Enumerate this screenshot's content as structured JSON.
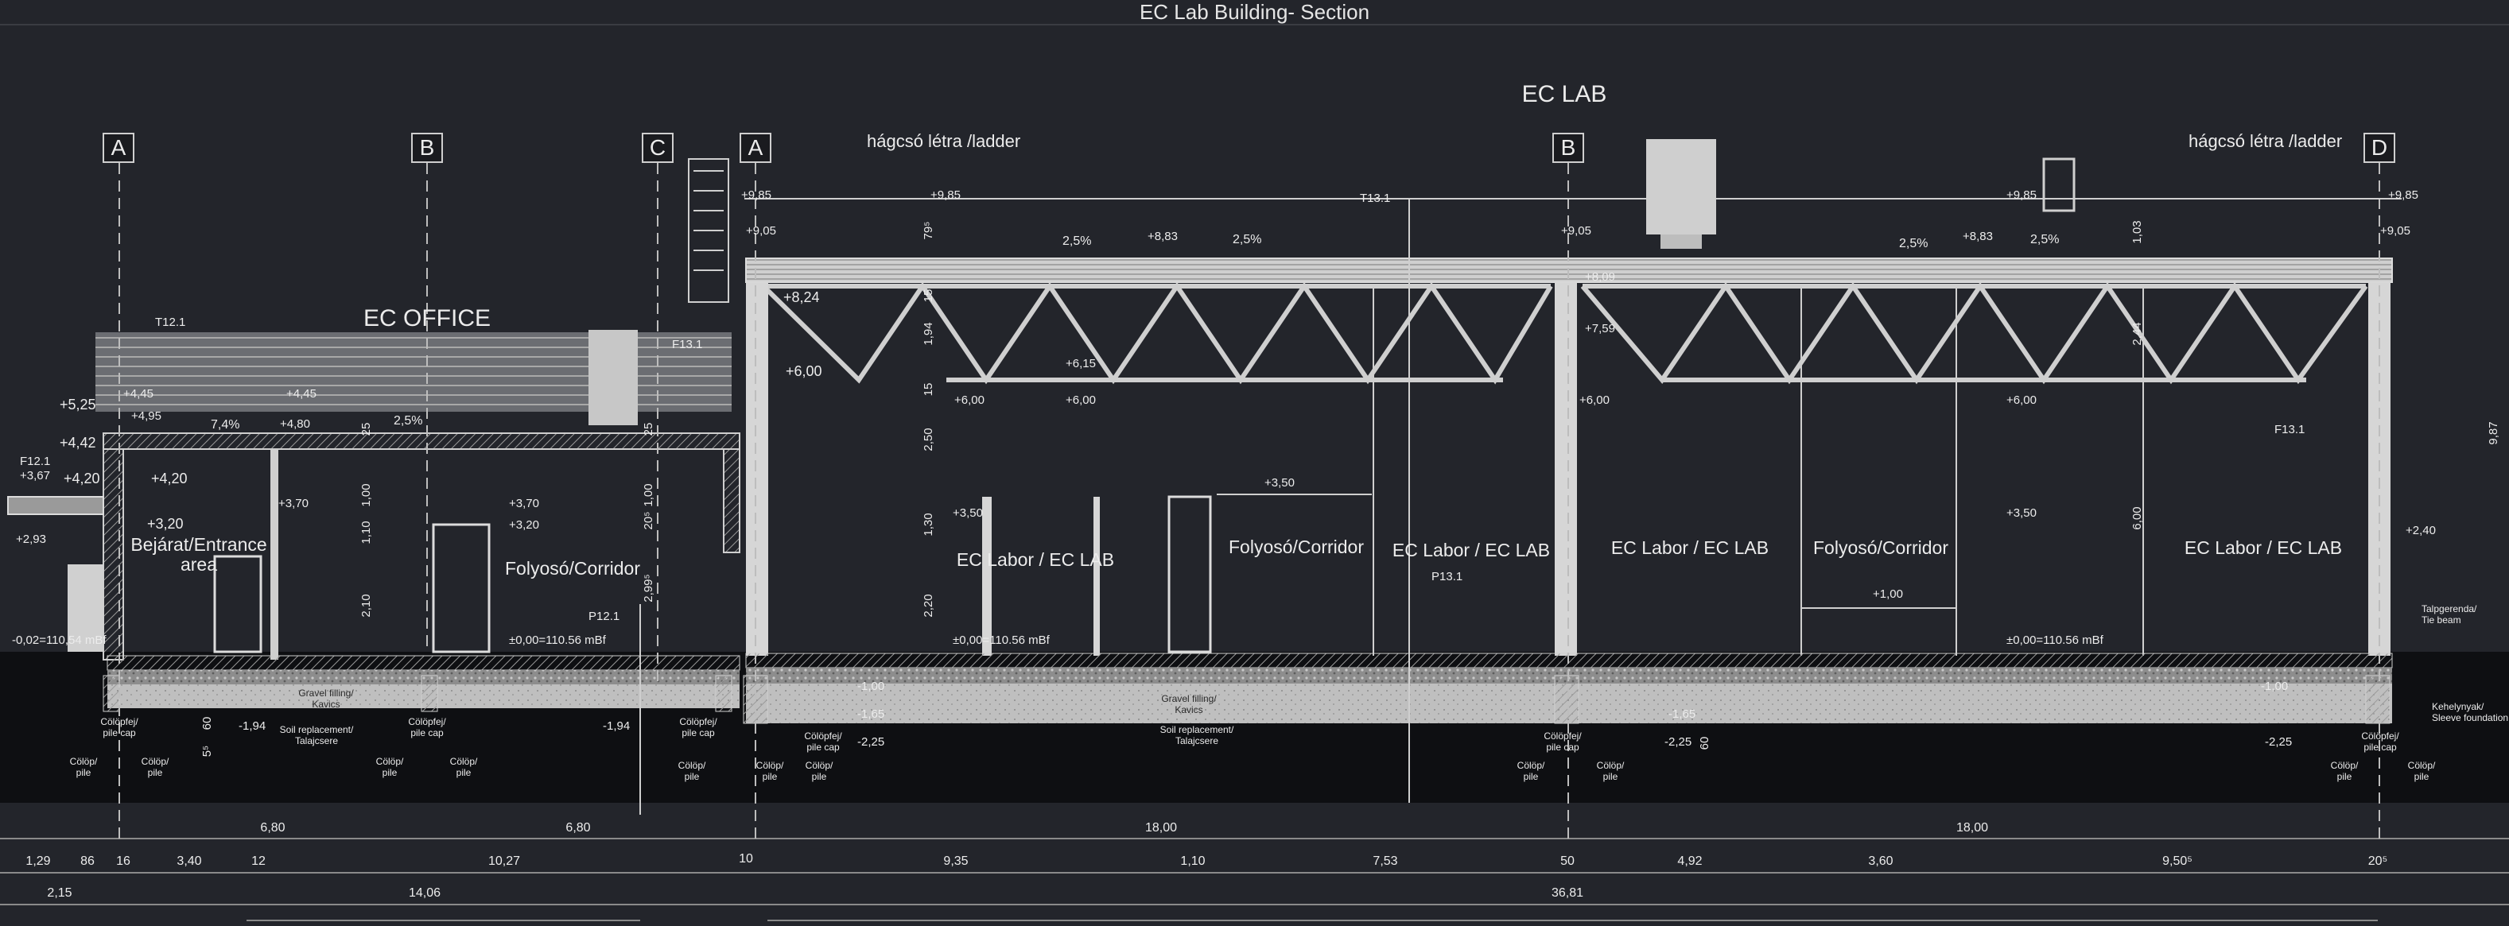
{
  "title": "EC Lab Building- Section",
  "lab_heading": "EC LAB",
  "office_heading": "EC OFFICE",
  "axis_labels": [
    "A",
    "B",
    "C",
    "A",
    "B",
    "D"
  ],
  "ladder_label": "hágcsó létra /ladder",
  "rooms": [
    {
      "text": "Bejárat/Entrance",
      "text2": "area"
    },
    {
      "text": "Folyosó/Corridor"
    },
    {
      "text": "EC Labor / EC LAB"
    },
    {
      "text": "Folyosó/Corridor"
    },
    {
      "text": "EC Labor / EC LAB"
    },
    {
      "text": "EC Labor / EC LAB"
    },
    {
      "text": "Folyosó/Corridor"
    },
    {
      "text": "EC Labor / EC LAB"
    }
  ],
  "element_tags": [
    "T12.1",
    "F13.1",
    "F12.1",
    "T13.1",
    "P12.1",
    "P13.1",
    "F13.1"
  ],
  "levels": [
    "+9,85",
    "+9,85",
    "+9,85",
    "+9,85",
    "+9,05",
    "+9,05",
    "+9,05",
    "+8,83",
    "+8,83",
    "+8,24",
    "+8,09",
    "+7,59",
    "+6,00",
    "+6,00",
    "+6,00",
    "+6,00",
    "+6,00",
    "+6,15",
    "+5,25",
    "+4,95",
    "+4,80",
    "+4,45",
    "+4,45",
    "+4,42",
    "+4,20",
    "+4,20",
    "+3,67",
    "+3,70",
    "+3,70",
    "+3,20",
    "+3,20",
    "+3,50",
    "+3,50",
    "+3,50",
    "+2,93",
    "+2,40",
    "+1,00",
    "-0,02=110,54 mBf",
    "±0,00=110.56 mBf",
    "±0,00=110.56 mBf",
    "±0,00=110.56 mBf",
    "-1,94",
    "-1,94",
    "-1,65",
    "-1,65",
    "-2,25",
    "-2,25",
    "-2,25",
    "-1,00",
    "-1,00"
  ],
  "slopes": [
    "2,5%",
    "2,5%",
    "2,5%",
    "2,5%",
    "7,4%",
    "2,5%"
  ],
  "pile_labels": [
    "Cölöpfej/",
    "pile cap",
    "Cölöp/",
    "pile"
  ],
  "soil_labels": [
    "Gravel filling/",
    "Kavics",
    "Soil replacement/",
    "Talajcsere"
  ],
  "other_labels": [
    "Talpgerenda/",
    "Tie beam",
    "Kehelynyak/",
    "Sleeve foundation"
  ],
  "dims_row1": [
    "6,80",
    "6,80",
    "18,00",
    "18,00"
  ],
  "dims_row2": [
    "1,29",
    "86",
    "16",
    "3,40",
    "12",
    "10,27",
    "10",
    "9,35",
    "1,10",
    "7,53",
    "50",
    "4,92",
    "3,60",
    "9,50⁵",
    "20⁵"
  ],
  "dims_row3": [
    "2,15",
    "14,06",
    "36,81"
  ],
  "vdims": [
    "79⁵",
    "15",
    "1,94",
    "15",
    "2,50",
    "1,30",
    "2,20",
    "25",
    "1,00",
    "1,10",
    "2,10",
    "25",
    "1,00",
    "20⁵",
    "2,99⁵",
    "1,03",
    "2,44",
    "6,00",
    "9,87",
    "60",
    "5⁵",
    "60"
  ]
}
